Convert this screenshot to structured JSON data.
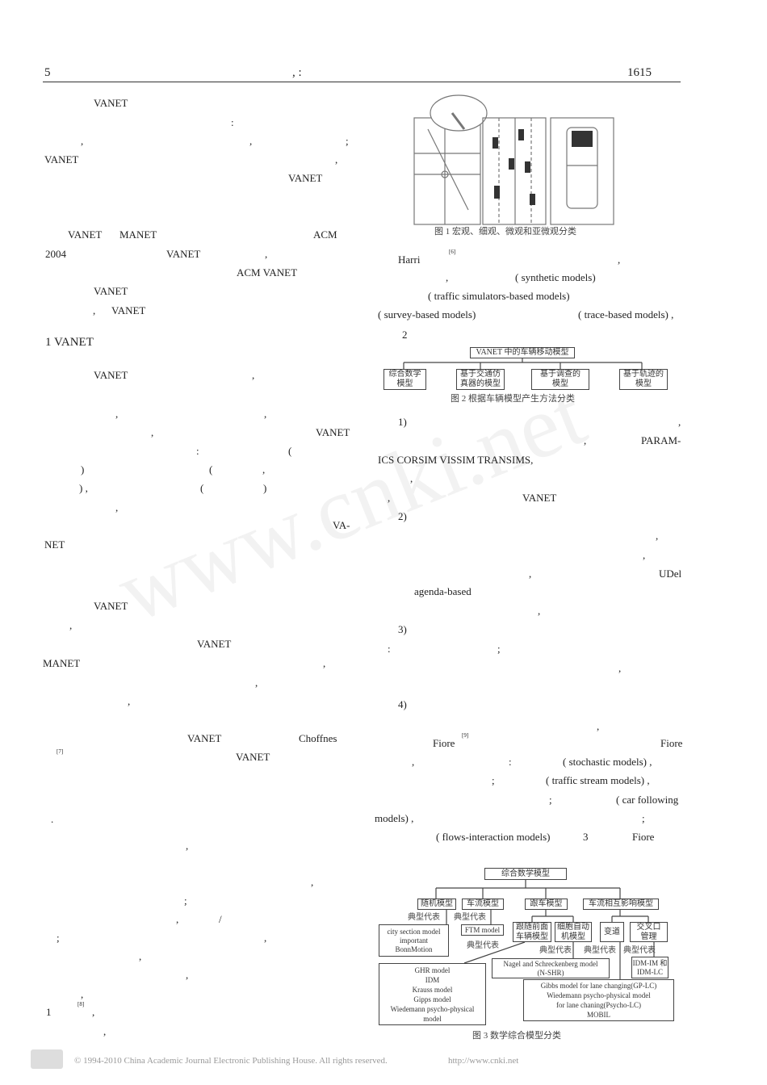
{
  "header": {
    "page_left": "5",
    "mid": ",   :",
    "page_num": "1615"
  },
  "left": [
    "VANET",
    ":",
    ",",
    ",",
    ";",
    "VANET",
    ",",
    "VANET",
    "VANET",
    "MANET",
    "ACM",
    "2004",
    "VANET",
    ",",
    "ACM VANET",
    "VANET",
    ",",
    "VANET",
    "1    VANET",
    "VANET",
    ",",
    ",",
    ",",
    "VANET",
    ",",
    ":",
    "(",
    ")",
    "(",
    ",",
    ") ,",
    "(",
    ")",
    ",",
    "VA-",
    "NET",
    "VANET",
    ",",
    "VANET",
    "MANET",
    ",",
    ",",
    ",",
    "VANET",
    "Choffnes",
    "[7]",
    "VANET",
    ".",
    ",",
    ",",
    ";",
    ",",
    "/",
    ";",
    ",",
    ",",
    ",",
    ",",
    "1",
    "[8]",
    ",",
    ","
  ],
  "right": [
    "Harri",
    "[6]",
    ",",
    ",",
    "( synthetic models)",
    "( traffic  simulators-based models)",
    "( survey-based models)",
    "( trace-based models) ,",
    "2",
    "1)",
    ",",
    ",",
    "PARAM-",
    "ICS CORSIM VISSIM TRANSIMS,",
    ",",
    ",",
    "VANET",
    "2)",
    ",",
    ",",
    ",",
    "UDel",
    "agenda-based",
    ",",
    "3)",
    ":",
    ";",
    ",",
    "4)",
    ",",
    "Fiore",
    "[9]",
    "Fiore",
    ",",
    ":",
    "( stochastic models) ,",
    ";",
    "( traffic  stream models) ,",
    ";",
    "( car  following",
    "models) ,",
    ";",
    "( flows-interaction models)",
    "3",
    "Fiore"
  ],
  "fig1": {
    "caption": "图 1   宏观、细观、微观和亚微观分类"
  },
  "fig2": {
    "root": "VANET 中的车辆移动模型",
    "children": [
      "综合数学\n模型",
      "基于交通仿\n真器的模型",
      "基于调查的\n模型",
      "基于轨迹的\n模型"
    ],
    "caption": "图 2   根据车辆模型产生方法分类"
  },
  "fig3": {
    "root": "综合数学模型",
    "l1": [
      "随机模型",
      "车流模型",
      "跟车模型",
      "车流相互影响模型"
    ],
    "rep": "典型代表",
    "l2": [
      "跟随前面\n车辆模型",
      "细胞自动\n机模型",
      "变道",
      "交叉口\n管理"
    ],
    "city": "city section model\nimportant\nBonnMotion",
    "ftm": "FTM model",
    "ghr": "GHR model\nIDM\nKrauss model\nGipps model\nWiedemann psycho-physical\nmodel",
    "nshr": "Nagel and Schreckenberg model\n(N-SHR)",
    "idm": "IDM-IM 和\nIDM-LC",
    "gibbs": "Gibbs model for lane changing(GP-LC)\nWiedemann psycho-physical model\nfor lane chaning(Psycho-LC)\nMOBIL",
    "caption": "图 3   数学综合模型分类"
  },
  "watermark": "www.cnki.net",
  "footer": {
    "copyright": "© 1994-2010 China Academic Journal Electronic Publishing House. All rights reserved.",
    "url": "http://www.cnki.net"
  }
}
